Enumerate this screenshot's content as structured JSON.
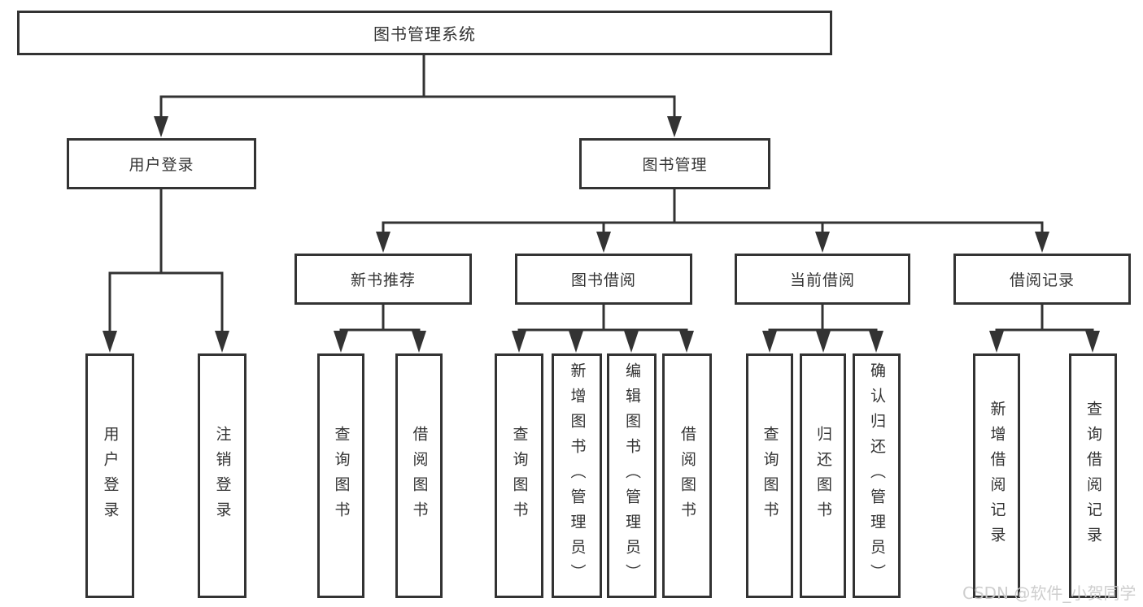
{
  "title": "图书管理系统",
  "tree": {
    "root": {
      "label": "图书管理系统"
    },
    "branches": [
      {
        "label": "用户登录",
        "children": [
          {
            "label": "用户登录"
          },
          {
            "label": "注销登录"
          }
        ]
      },
      {
        "label": "图书管理",
        "children": [
          {
            "label": "新书推荐",
            "children": [
              {
                "label": "查询图书"
              },
              {
                "label": "借阅图书"
              }
            ]
          },
          {
            "label": "图书借阅",
            "children": [
              {
                "label": "查询图书"
              },
              {
                "label": "新增图书（管理员）"
              },
              {
                "label": "编辑图书（管理员）"
              },
              {
                "label": "借阅图书"
              }
            ]
          },
          {
            "label": "当前借阅",
            "children": [
              {
                "label": "查询图书"
              },
              {
                "label": "归还图书"
              },
              {
                "label": "确认归还（管理员）"
              }
            ]
          },
          {
            "label": "借阅记录",
            "children": [
              {
                "label": "新增借阅记录"
              },
              {
                "label": "查询借阅记录"
              }
            ]
          }
        ]
      }
    ]
  },
  "watermark": {
    "text": "CSDN @软件_小贺同学"
  },
  "colors": {
    "line": "#333333",
    "text": "#333333",
    "box_background": "#ffffff",
    "watermark": "#cbcbcb",
    "background": "#ffffff"
  }
}
